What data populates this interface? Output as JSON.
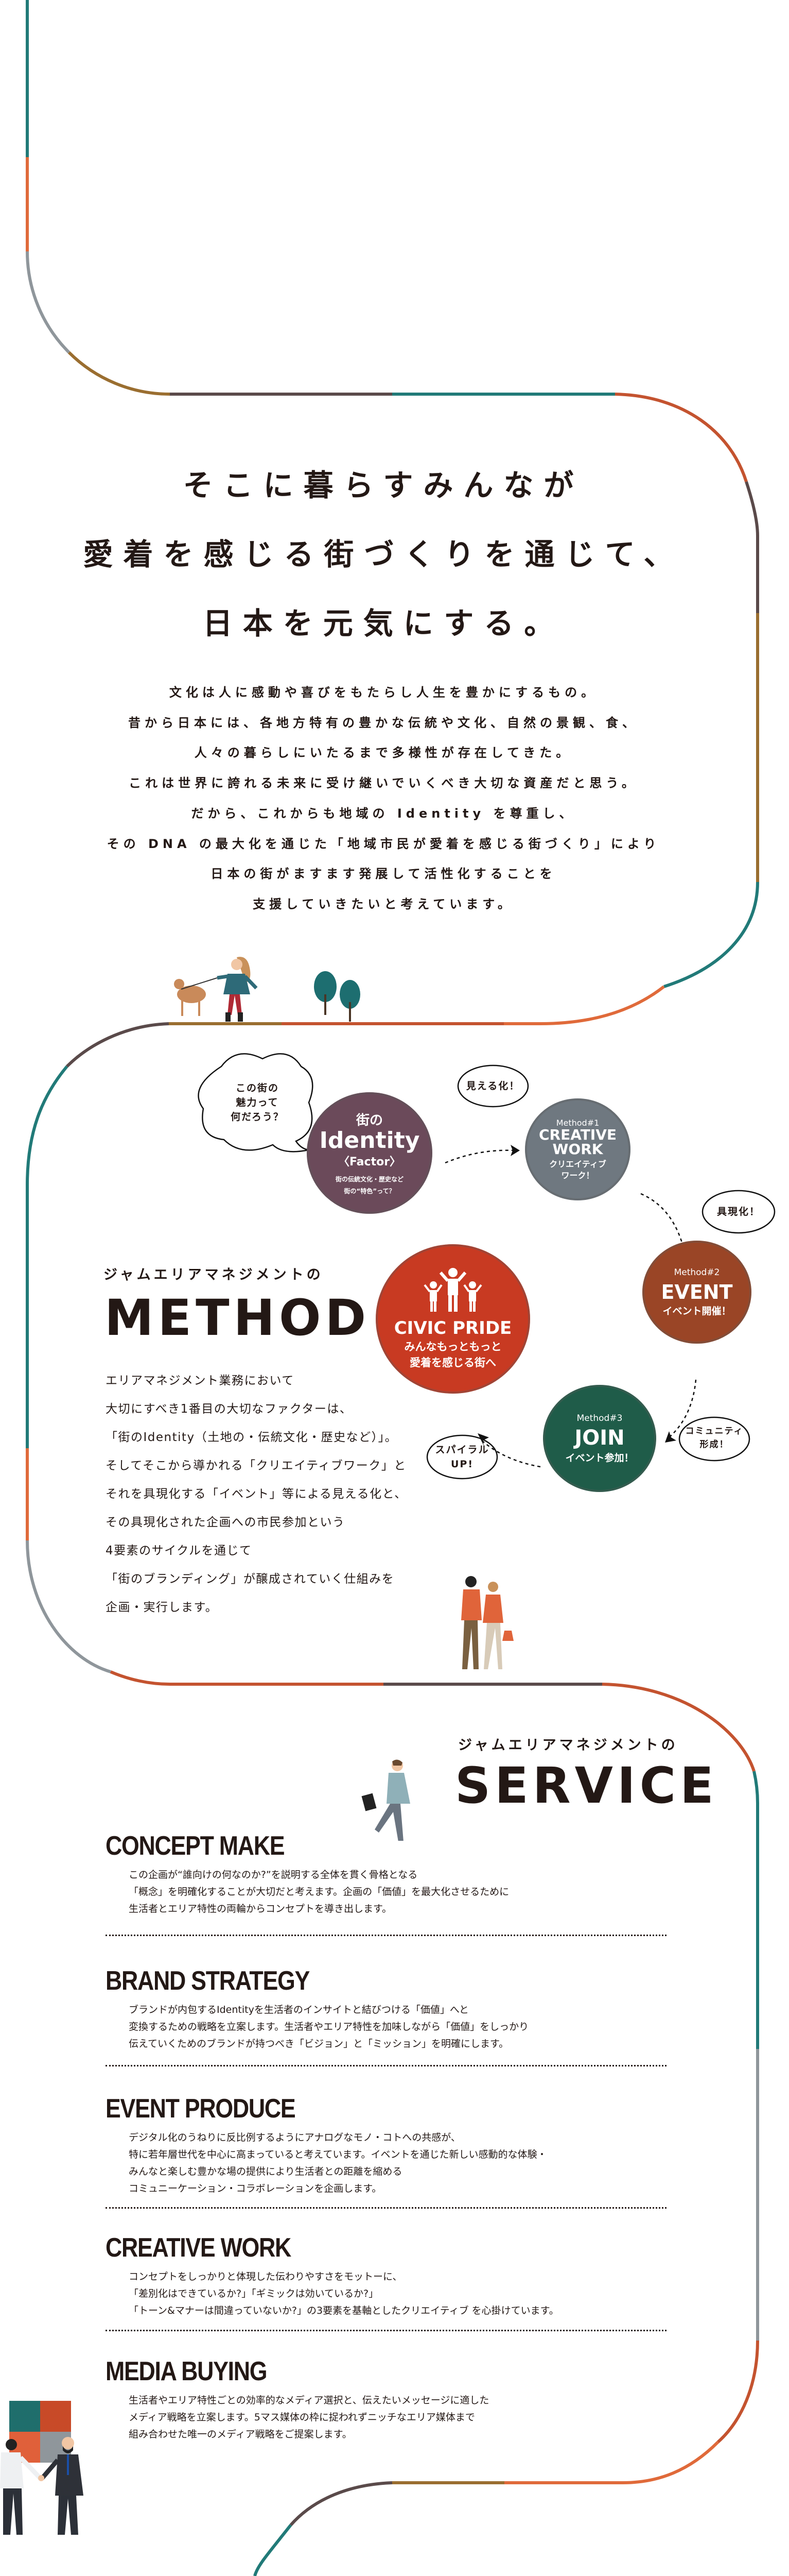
{
  "colors": {
    "teal": "#217a78",
    "orange": "#e06a3a",
    "red": "#c4532f",
    "dark": "#5a4a4a",
    "brown": "#9a6e30",
    "gray": "#8f969b",
    "text": "#231815",
    "identity": "#6b4a5a",
    "creative": "#6f7880",
    "event": "#9a4526",
    "civic": "#c83a22",
    "join": "#1f5c49",
    "arrow": "#c0282a"
  },
  "hero": {
    "headline": [
      "そこに暮らすみんなが",
      "愛着を感じる街づくりを通じて、",
      "日本を元気にする。"
    ],
    "body": [
      "文化は人に感動や喜びをもたらし人生を豊かにするもの。",
      "昔から日本には、各地方特有の豊かな伝統や文化、自然の景観、食、",
      "人々の暮らしにいたるまで多様性が存在してきた。",
      "これは世界に誇れる未来に受け継いでいくべき大切な資産だと思う。",
      "だから、これからも地域の Identity を尊重し、",
      "その DNA の最大化を通じた「地域市民が愛着を感じる街づくり」により",
      "日本の街がますます発展して活性化することを",
      "支援していきたいと考えています。"
    ]
  },
  "method": {
    "kicker": "ジャムエリアマネジメントの",
    "title": "METHOD",
    "body": [
      "エリアマネジメント業務において",
      "大切にすべき1番目の大切なファクターは、",
      "「街のIdentity（土地の・伝統文化・歴史など）」。",
      "そしてそこから導かれる「クリエイティブワーク」と",
      "それを具現化する「イベント」等による見える化と、",
      "その具現化された企画への市民参加という",
      "4要素のサイクルを通じて",
      "「街のブランディング」が醸成されていく仕組みを",
      "企画・実行します。"
    ],
    "identity": {
      "line1": "街の",
      "title": "Identity",
      "sub": "〈Factor〉",
      "desc1": "街の伝統文化・歴史など",
      "desc2": "街の“特色”って？"
    },
    "creative": {
      "label": "Method#1",
      "title1": "CREATIVE",
      "title2": "WORK",
      "sub1": "クリエイティブ",
      "sub2": "ワーク！"
    },
    "event": {
      "label": "Method#2",
      "title": "EVENT",
      "sub": "イベント開催！"
    },
    "join": {
      "label": "Method#3",
      "title": "JOIN",
      "sub": "イベント参加！"
    },
    "civic": {
      "title": "CIVIC PRIDE",
      "sub1": "みんなもっともっと",
      "sub2": "愛着を感じる街へ"
    },
    "bubbles": {
      "question": [
        "この街の",
        "魅力って",
        "何だろう？"
      ],
      "visualize": "見える化！",
      "embody": "具現化！",
      "community": [
        "コミュニティ",
        "形成！"
      ],
      "spiral": [
        "スパイラル",
        "UP!"
      ]
    }
  },
  "service": {
    "kicker": "ジャムエリアマネジメントの",
    "title": "SERVICE",
    "items": [
      {
        "title": "CONCEPT MAKE",
        "lines": [
          "この企画が“誰向けの何なのか?”を説明する全体を貫く骨格となる",
          "「概念」を明確化することが大切だと考えます。企画の「価値」を最大化させるために",
          "生活者とエリア特性の両輪からコンセプトを導き出します。"
        ]
      },
      {
        "title": "BRAND STRATEGY",
        "lines": [
          "ブランドが内包するIdentityを生活者のインサイトと結びつける「価値」へと",
          "変換するための戦略を立案します。生活者やエリア特性を加味しながら「価値」をしっかり",
          "伝えていくためのブランドが持つべき「ビジョン」と「ミッション」を明確にします。"
        ]
      },
      {
        "title": "EVENT PRODUCE",
        "lines": [
          "デジタル化のうねりに反比例するようにアナログなモノ・コトへの共感が、",
          "特に若年層世代を中心に高まっていると考えています。イベントを通じた新しい感動的な体験・",
          "みんなと楽しむ豊かな場の提供により生活者との距離を縮める",
          "コミュニーケーション・コラボレーションを企画します。"
        ]
      },
      {
        "title": "CREATIVE WORK",
        "lines": [
          "コンセプトをしっかりと体現した伝わりやすさをモットーに、",
          "「差別化はできているか?」「ギミックは効いているか?」",
          "「トーン&マナーは間違っていないか?」の3要素を基軸としたクリエイティブ を心掛けています。"
        ]
      },
      {
        "title": "MEDIA BUYING",
        "lines": [
          "生活者やエリア特性ごとの効率的なメディア選択と、伝えたいメッセージに適した",
          "メディア戦略を立案します。5マス媒体の枠に捉われずニッチなエリア媒体まで",
          "組み合わせた唯一のメディア戦略をご提案します。"
        ]
      }
    ]
  }
}
